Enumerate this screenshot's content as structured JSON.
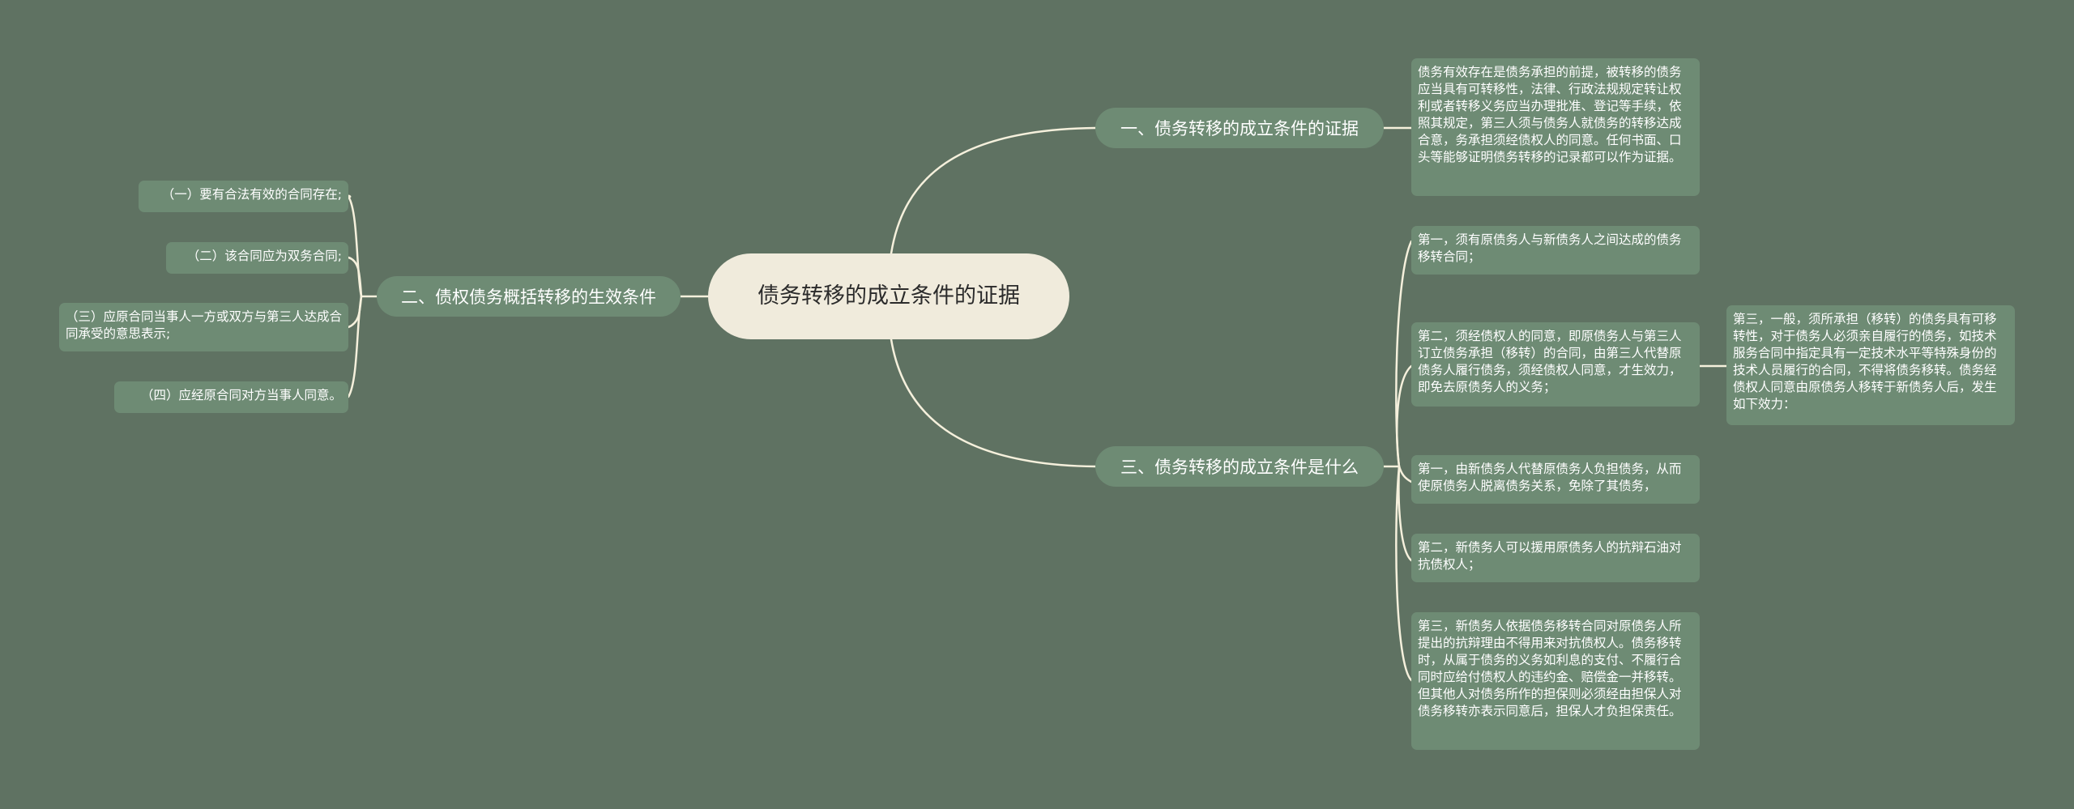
{
  "root": {
    "label": "债务转移的成立条件的证据"
  },
  "branches": [
    {
      "label": "一、债务转移的成立条件的证据",
      "children": [
        {
          "text": "债务有效存在是债务承担的前提，被转移的债务应当具有可转移性，法律、行政法规规定转让权利或者转移义务应当办理批准、登记等手续，依照其规定，第三人须与债务人就债务的转移达成合意，务承担须经债权人的同意。任何书面、口头等能够证明债务转移的记录都可以作为证据。"
        }
      ]
    },
    {
      "label": "二、债权债务概括转移的生效条件",
      "children": [
        {
          "text": "（一）要有合法有效的合同存在;"
        },
        {
          "text": "（二）该合同应为双务合同;"
        },
        {
          "text": "（三）应原合同当事人一方或双方与第三人达成合同承受的意思表示;"
        },
        {
          "text": "（四）应经原合同对方当事人同意。"
        }
      ]
    },
    {
      "label": "三、债务转移的成立条件是什么",
      "children": [
        {
          "text": "第一，须有原债务人与新债务人之间达成的债务移转合同；"
        },
        {
          "text": "第二，须经债权人的同意，即原债务人与第三人订立债务承担（移转）的合同，由第三人代替原债务人履行债务，须经债权人同意，才生效力，即免去原债务人的义务；",
          "children": [
            {
              "text": "第三，一般，须所承担（移转）的债务具有可移转性，对于债务人必须亲自履行的债务，如技术服务合同中指定具有一定技术水平等特殊身份的技术人员履行的合同，不得将债务移转。债务经债权人同意由原债务人移转于新债务人后，发生如下效力："
            }
          ]
        },
        {
          "text": "第一，由新债务人代替原债务人负担债务，从而使原债务人脱离债务关系，免除了其债务，"
        },
        {
          "text": "第二，新债务人可以援用原债务人的抗辩石油对抗债权人；"
        },
        {
          "text": "第三，新债务人依据债务移转合同对原债务人所提出的抗辩理由不得用来对抗债权人。债务移转时，从属于债务的义务如利息的支付、不履行合同时应给付债权人的违约金、赔偿金一并移转。但其他人对债务所作的担保则必须经由担保人对债务移转亦表示同意后，担保人才负担保责任。"
        }
      ]
    }
  ],
  "colors": {
    "background": "#5f7262",
    "root_fill": "#f0ebdc",
    "node_fill": "#6e8b74",
    "connector": "#f5f0dc",
    "text": "#ffffff",
    "root_text": "#2b2b2b"
  }
}
